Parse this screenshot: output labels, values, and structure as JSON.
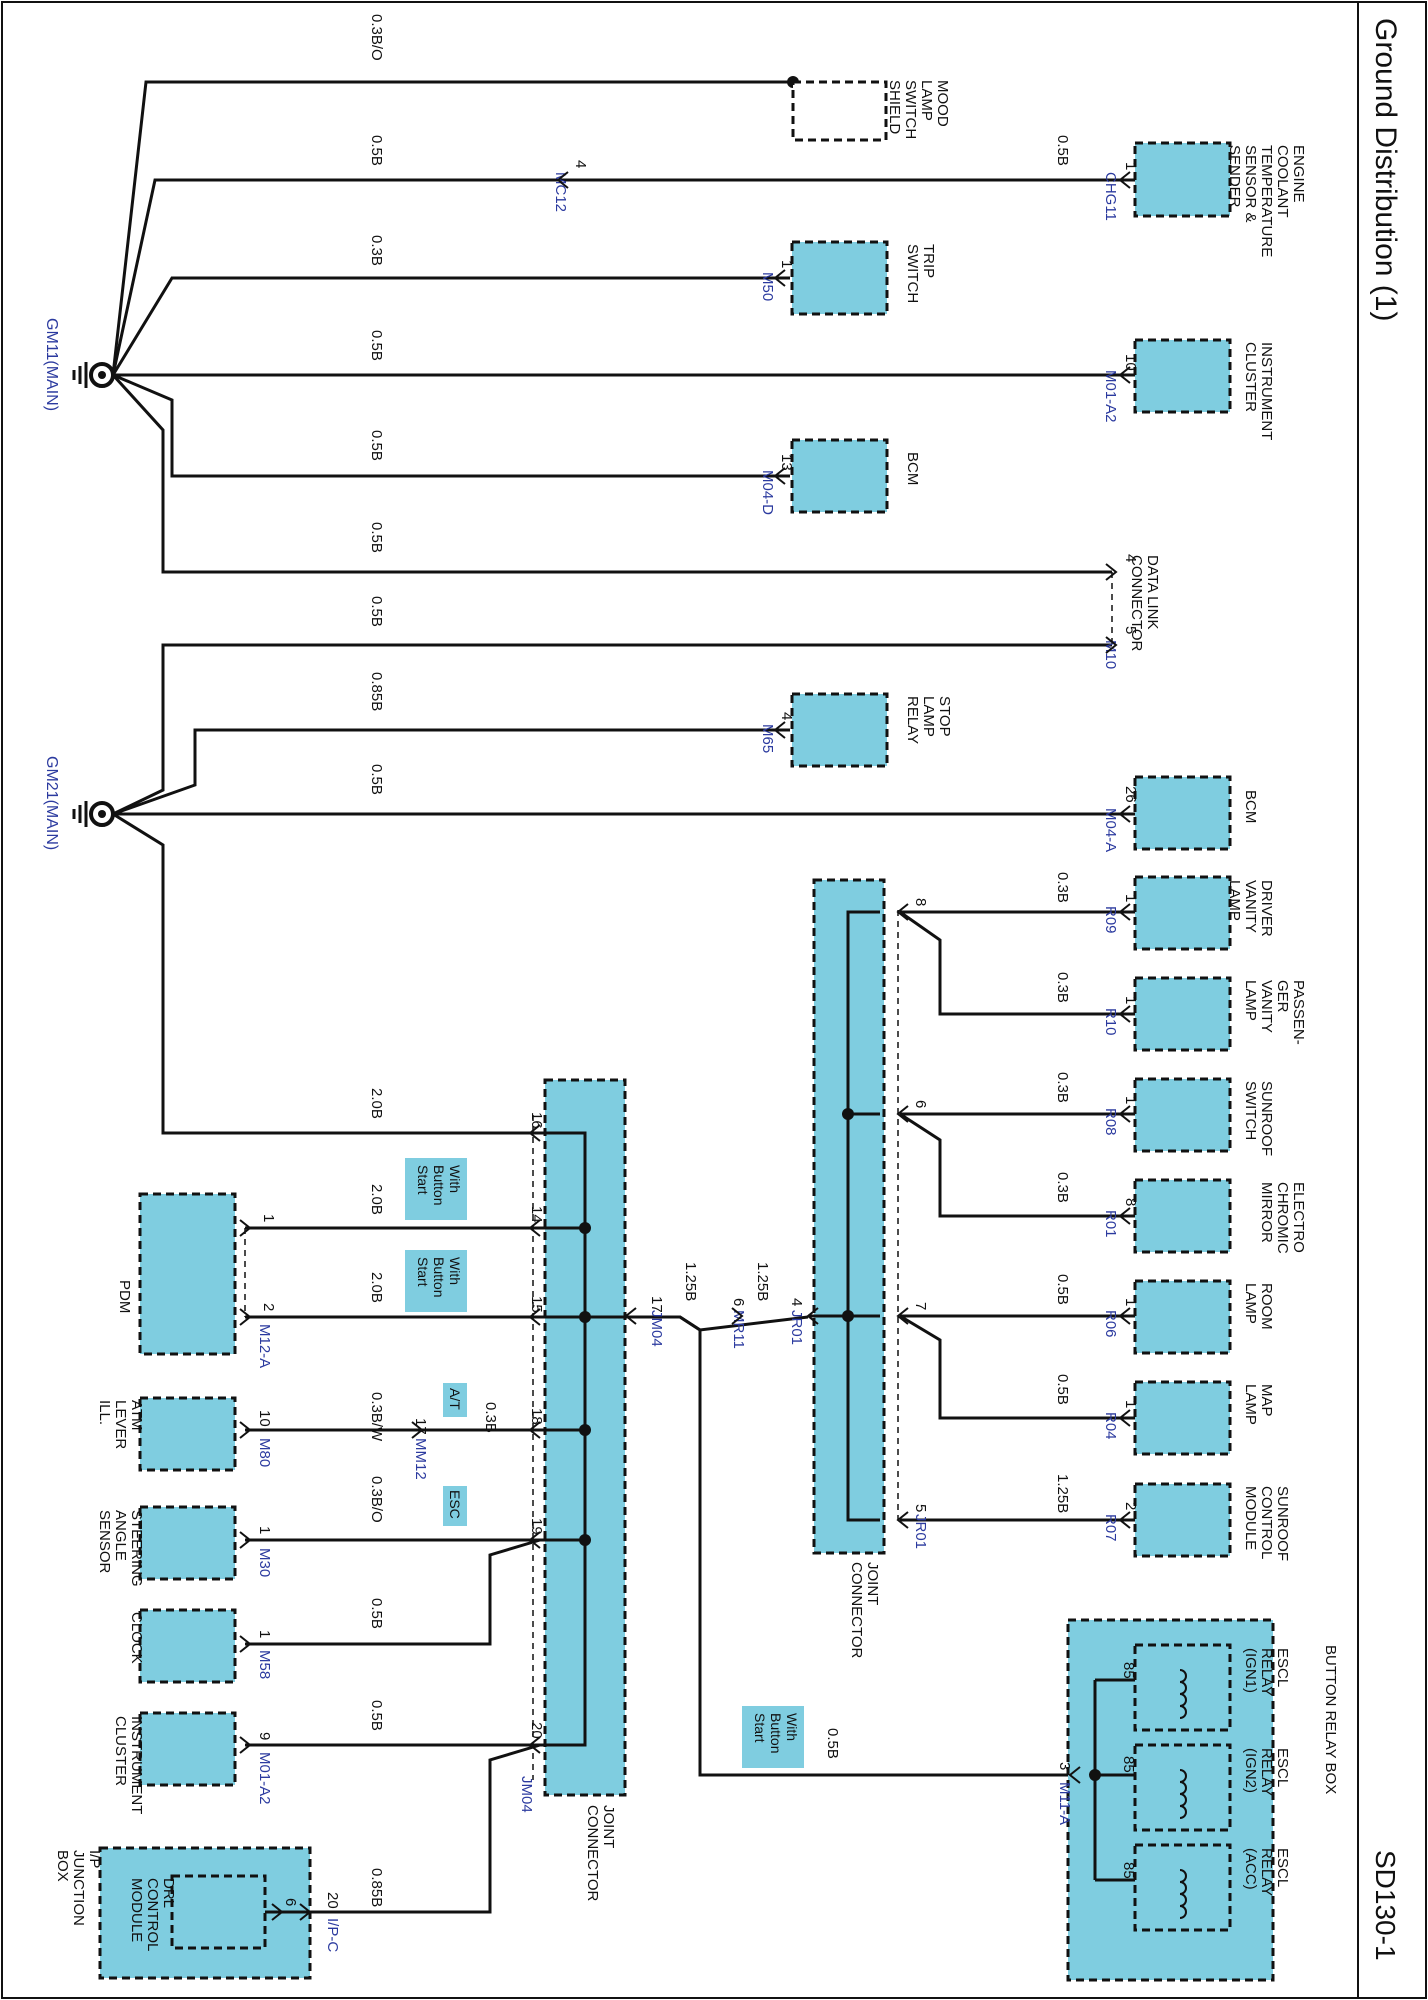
{
  "header": {
    "title": "Ground Distribution (1)",
    "code": "SD130-1"
  },
  "grounds": {
    "g1": "GM11(MAIN)",
    "g2": "GM21(MAIN)"
  },
  "components": {
    "mood": [
      "MOOD",
      "LAMP",
      "SWITCH",
      "SHIELD"
    ],
    "ect": [
      "ENGINE",
      "COOLANT",
      "TEMPERATURE",
      "SENSOR &",
      "SENDER"
    ],
    "trip": [
      "TRIP",
      "SWITCH"
    ],
    "cluster_top": [
      "INSTRUMENT",
      "CLUSTER"
    ],
    "bcm_top": [
      "BCM"
    ],
    "dlc": [
      "DATA LINK",
      "CONNECTOR"
    ],
    "stop": [
      "STOP",
      "LAMP",
      "RELAY"
    ],
    "bcm_mid": [
      "BCM"
    ],
    "driver_vanity": [
      "DRIVER",
      "VANITY",
      "LAMP"
    ],
    "pass_vanity": [
      "PASSEN-",
      "GER",
      "VANITY",
      "LAMP"
    ],
    "sunroof_switch": [
      "SUNROOF",
      "SWITCH"
    ],
    "ecm_mirror": [
      "ELECTRO",
      "CHROMIC",
      "MIRROR"
    ],
    "room": [
      "ROOM",
      "LAMP"
    ],
    "map": [
      "MAP",
      "LAMP"
    ],
    "sunroof_ctrl": [
      "SUNROOF",
      "CONTROL",
      "MODULE"
    ],
    "jr_label": [
      "JOINT",
      "CONNECTOR"
    ],
    "jm_label": [
      "JOINT",
      "CONNECTOR"
    ],
    "pdm": [
      "PDM"
    ],
    "atm": [
      "ATM",
      "LEVER",
      "ILL."
    ],
    "steering": [
      "STEERING",
      "ANGLE",
      "SENSOR"
    ],
    "clock": [
      "CLOCK"
    ],
    "cluster_bot": [
      "INSTRUMENT",
      "CLUSTER"
    ],
    "ip_box": [
      "I/P",
      "JUNCTION",
      "BOX"
    ],
    "drl": [
      "DRL",
      "CONTROL",
      "MODULE"
    ],
    "relay_box": [
      "BUTTON RELAY BOX"
    ],
    "escl1": [
      "ESCL",
      "RELAY",
      "(IGN1)"
    ],
    "escl2": [
      "ESCL",
      "RELAY",
      "(IGN2)"
    ],
    "escl3": [
      "ESCL",
      "RELAY",
      "(ACC)"
    ]
  },
  "connectors": {
    "chg11": "CHG11",
    "mc12": "MC12",
    "m50": "M50",
    "m01a2": "M01-A2",
    "m04d": "M04-D",
    "m10": "M10",
    "m65": "M65",
    "m04a": "M04-A",
    "r09": "R09",
    "r10": "R10",
    "r08": "R08",
    "r01": "R01",
    "r06": "R06",
    "r04": "R04",
    "r07": "R07",
    "jr01a": "JR01",
    "jr01b": "JR01",
    "mr11": "MR11",
    "jm04a": "JM04",
    "jm04b": "JM04",
    "m12a": "M12-A",
    "m80": "M80",
    "mm12": "MM12",
    "m30": "M30",
    "m58": "M58",
    "m01a2b": "M01-A2",
    "ipc": "I/P-C",
    "m11a": "M11-A"
  },
  "wires": {
    "w_mood": "0.3B/O",
    "w_ect_l": "0.5B",
    "w_ect_r": "0.5B",
    "w_trip": "0.3B",
    "w_cluster": "0.5B",
    "w_bcm": "0.5B",
    "w_dlc4": "0.5B",
    "w_dlc5": "0.5B",
    "w_stop": "0.85B",
    "w_bcm_mid": "0.5B",
    "w_r09": "0.3B",
    "w_r10": "0.3B",
    "w_r08": "0.3B",
    "w_r01": "0.3B",
    "w_r06": "0.5B",
    "w_r04": "0.5B",
    "w_r07": "1.25B",
    "w_j16": "2.0B",
    "w_j14": "2.0B",
    "w_j15": "2.0B",
    "w_j17": "1.25B",
    "w_mr": "1.25B",
    "w_atm": "0.3B/W",
    "w_j18": "0.3B",
    "w_steer": "0.3B/O",
    "w_clock": "0.5B",
    "w_j20": "0.5B",
    "w_drl": "0.85B",
    "w_relay": "0.5B"
  },
  "pins": {
    "p_ect": "1",
    "p_mc12": "4",
    "p_trip": "1",
    "p_cluster": "10",
    "p_bcm": "13",
    "p_dlc4": "4",
    "p_dlc5": "5",
    "p_stop": "4",
    "p_bcm_mid": "26",
    "p_r09": "1",
    "p_r10": "1",
    "p_r08": "1",
    "p_r01": "8",
    "p_r06": "1",
    "p_r04": "1",
    "p_r07": "2",
    "p_jr8": "8",
    "p_jr6": "6",
    "p_jr7": "7",
    "p_jr4": "4",
    "p_jr5": "5",
    "p_mr6": "6",
    "p_j16": "16",
    "p_j14": "14",
    "p_j15": "15",
    "p_j17": "17",
    "p_j18": "18",
    "p_j19": "19",
    "p_j20": "20",
    "p_pdm1": "1",
    "p_pdm2": "2",
    "p_atm": "10",
    "p_mm12": "17",
    "p_steer": "1",
    "p_clock": "1",
    "p_clbot": "9",
    "p_ipc": "20",
    "p_drl": "6",
    "p_relay": "3",
    "p_85a": "85",
    "p_85b": "85",
    "p_85c": "85"
  },
  "notes": {
    "n_button1": [
      "With",
      "Button",
      "Start"
    ],
    "n_button2": [
      "With",
      "Button",
      "Start"
    ],
    "n_button3": [
      "With",
      "Button",
      "Start"
    ],
    "n_at": "A/T",
    "n_esc": "ESC"
  },
  "colors": {
    "component_fill": "#7fcde0",
    "wire": "#111111",
    "connector_text": "#2b3a9f",
    "note_fill": "#7fcde0"
  }
}
